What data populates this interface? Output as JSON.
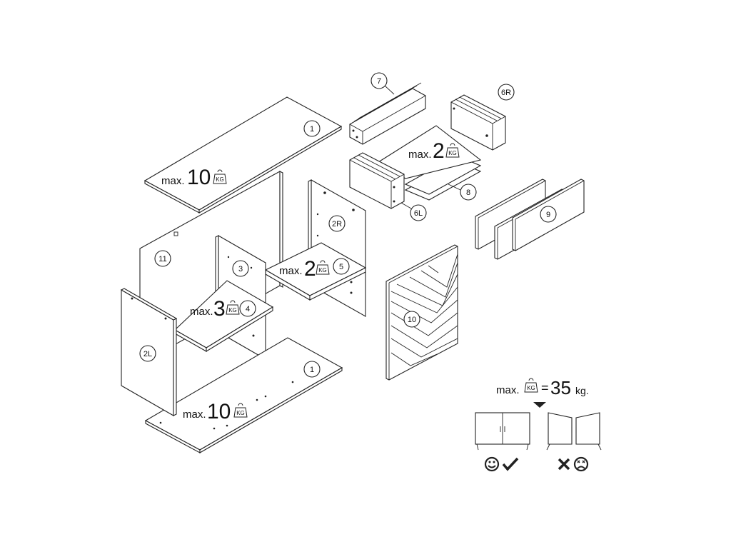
{
  "parts": {
    "p1_top": "1",
    "p1_bottom": "1",
    "p2L": "2L",
    "p2R": "2R",
    "p3": "3",
    "p4": "4",
    "p5": "5",
    "p6L": "6L",
    "p6R": "6R",
    "p7": "7",
    "p8": "8",
    "p9": "9",
    "p10": "10",
    "p11": "11"
  },
  "loads": {
    "max_prefix": "max.",
    "kg_icon_label": "KG",
    "top": "10",
    "bottom": "10",
    "shelf4": "3",
    "shelf5": "2",
    "drawer": "2"
  },
  "total": {
    "prefix": "max.",
    "equals": "=",
    "value": "35",
    "unit": "kg."
  },
  "icons": {
    "good": "happy-face-check",
    "bad": "sad-face-cross"
  }
}
